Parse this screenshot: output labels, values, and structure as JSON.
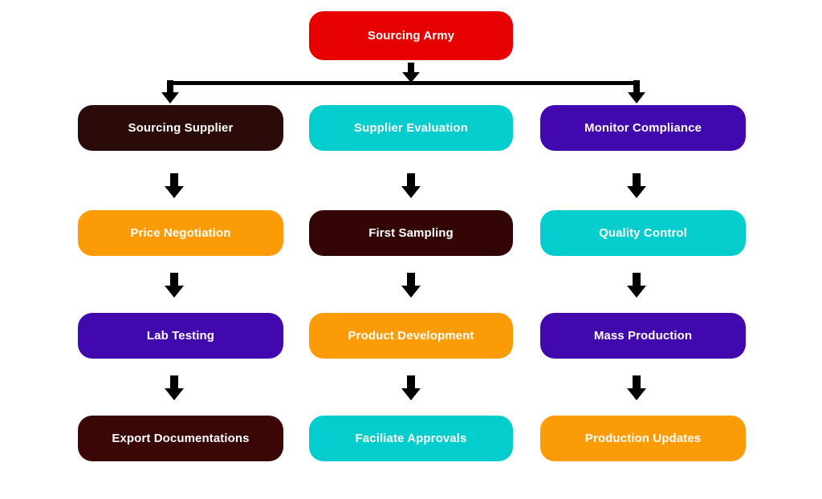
{
  "diagram": {
    "title_node": {
      "label": "Sourcing Army",
      "color": "#e60000"
    },
    "columns": [
      {
        "name": "column-1",
        "nodes": [
          {
            "label": "Sourcing Supplier",
            "color": "#2b0a0a"
          },
          {
            "label": "Price Negotiation",
            "color": "#fb9c06"
          },
          {
            "label": "Lab Testing",
            "color": "#4109ad"
          },
          {
            "label": "Export Documentations",
            "color": "#3b0606"
          }
        ]
      },
      {
        "name": "column-2",
        "nodes": [
          {
            "label": "Supplier Evaluation",
            "color": "#06cdcd"
          },
          {
            "label": "First Sampling",
            "color": "#330505"
          },
          {
            "label": "Product Development",
            "color": "#fb9c06"
          },
          {
            "label": "Faciliate Approvals",
            "color": "#06cdcd"
          }
        ]
      },
      {
        "name": "column-3",
        "nodes": [
          {
            "label": "Monitor Compliance",
            "color": "#4109ad"
          },
          {
            "label": "Quality Control",
            "color": "#06cdcd"
          },
          {
            "label": "Mass Production",
            "color": "#4109ad"
          },
          {
            "label": "Production Updates",
            "color": "#fb9c06"
          }
        ]
      }
    ],
    "connector_color": "#000000",
    "text_color": "#ffffff",
    "background_color": "#ffffff"
  }
}
